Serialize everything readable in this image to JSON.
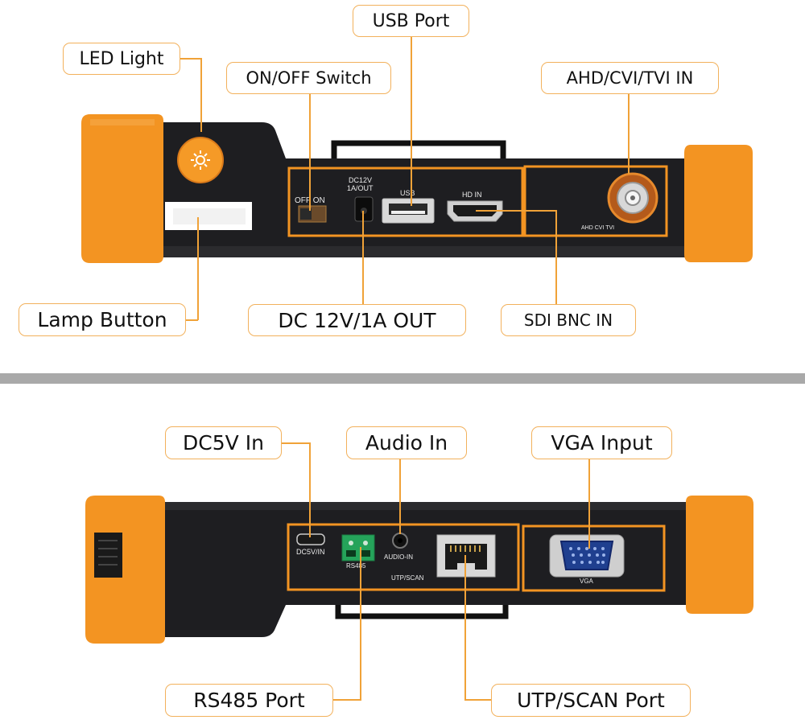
{
  "top_callouts": {
    "led_light": "LED Light",
    "usb_port": "USB Port",
    "onoff_switch": "ON/OFF Switch",
    "ahd_in": "AHD/CVI/TVI IN",
    "lamp_button": "Lamp Button",
    "dc_out": "DC 12V/1A OUT",
    "sdi_bnc": "SDI BNC IN"
  },
  "bottom_callouts": {
    "dc5v": "DC5V In",
    "audio_in": "Audio In",
    "vga_input": "VGA Input",
    "rs485": "RS485 Port",
    "utp_scan": "UTP/SCAN Port"
  },
  "device_top_labels": {
    "off_on": "OFF ON",
    "dc12v_line1": "DC12V",
    "dc12v_line2": "1A/OUT",
    "usb": "USB",
    "hd_in": "HD IN",
    "ahd_cvi_tvi": "AHD CVI TVI"
  },
  "device_bottom_labels": {
    "dc5v_in": "DC5V/IN",
    "rs485": "RS485",
    "audio_in": "AUDIO-IN",
    "utp_scan": "UTP/SCAN",
    "vga": "VGA"
  },
  "colors": {
    "accent_orange": "#f39422",
    "callout_border": "#f2b15c",
    "device_body": "#1f1f22",
    "divider_gray": "#a9a9a9"
  }
}
